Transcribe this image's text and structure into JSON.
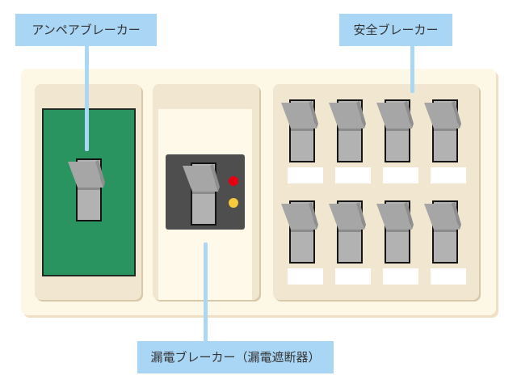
{
  "labels": {
    "ampere_breaker": "アンペアブレーカー",
    "safety_breaker": "安全ブレーカー",
    "earth_leakage_breaker": "漏電ブレーカー（漏電遮断器）"
  },
  "colors": {
    "label_bg": "#aad6f6",
    "ampere_plate": "#2a9460",
    "lamp_red": "#e60012",
    "lamp_yellow": "#f8c93a",
    "switch_gray": "#b2b2b2"
  },
  "safety_breaker_grid": {
    "rows": 2,
    "columns": 4
  },
  "indicator_lamps": [
    "red",
    "yellow"
  ]
}
